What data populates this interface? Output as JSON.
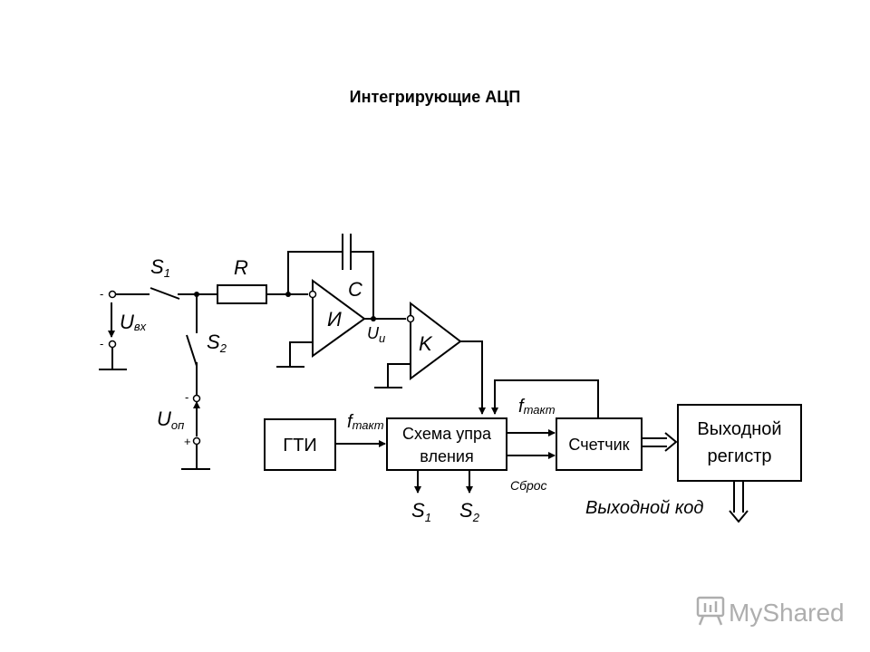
{
  "title": "Интегрирующие АЦП",
  "diagram": {
    "switch_s1": {
      "main": "S",
      "sub": "1"
    },
    "switch_s2": {
      "main": "S",
      "sub": "2"
    },
    "resistor": "R",
    "capacitor": "C",
    "integrator": "И",
    "comparator": "K",
    "u_in": {
      "main": "U",
      "sub": "вх"
    },
    "u_ref": {
      "main": "U",
      "sub": "оп"
    },
    "u_int": {
      "main": "U",
      "sub": "и"
    },
    "minus_sign": "-",
    "plus_sign": "+",
    "gti": "ГТИ",
    "control_line1": "Схема упра",
    "control_line2": "вления",
    "counter": "Счетчик",
    "register_line1": "Выходной",
    "register_line2": "регистр",
    "f_clock_1": {
      "main": "f",
      "sub": "такт"
    },
    "f_clock_2": {
      "main": "f",
      "sub": "такт"
    },
    "reset": "Сброс",
    "out_s1": {
      "main": "S",
      "sub": "1"
    },
    "out_s2": {
      "main": "S",
      "sub": "2"
    },
    "output_code": "Выходной код"
  },
  "watermark": {
    "text": "MyShared",
    "icon": "presentation-board-icon"
  }
}
